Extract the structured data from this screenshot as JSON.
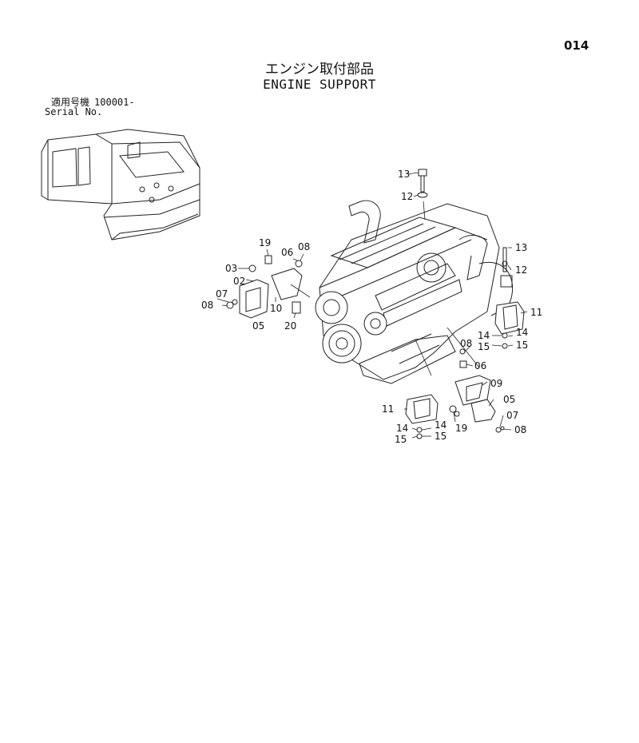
{
  "page_number": "014",
  "title_jp": "エンジン取付部品",
  "title_en": "ENGINE SUPPORT",
  "serial": {
    "label_jp": "適用号機",
    "number": "100001-",
    "label_en": "Serial No."
  },
  "callouts": [
    {
      "id": "c13a",
      "text": "13"
    },
    {
      "id": "c12a",
      "text": "12"
    },
    {
      "id": "c19a",
      "text": "19"
    },
    {
      "id": "c06a",
      "text": "06"
    },
    {
      "id": "c08a",
      "text": "08"
    },
    {
      "id": "c03",
      "text": "03"
    },
    {
      "id": "c02",
      "text": "02"
    },
    {
      "id": "c07a",
      "text": "07"
    },
    {
      "id": "c08b",
      "text": "08"
    },
    {
      "id": "c05a",
      "text": "05"
    },
    {
      "id": "c10",
      "text": "10"
    },
    {
      "id": "c20",
      "text": "20"
    },
    {
      "id": "c13b",
      "text": "13"
    },
    {
      "id": "c12b",
      "text": "12"
    },
    {
      "id": "c11a",
      "text": "11"
    },
    {
      "id": "c14a",
      "text": "14"
    },
    {
      "id": "c14b",
      "text": "14"
    },
    {
      "id": "c15a",
      "text": "15"
    },
    {
      "id": "c15b",
      "text": "15"
    },
    {
      "id": "c08c",
      "text": "08"
    },
    {
      "id": "c06b",
      "text": "06"
    },
    {
      "id": "c09",
      "text": "09"
    },
    {
      "id": "c05b",
      "text": "05"
    },
    {
      "id": "c11b",
      "text": "11"
    },
    {
      "id": "c19b",
      "text": "19"
    },
    {
      "id": "c07b",
      "text": "07"
    },
    {
      "id": "c08d",
      "text": "08"
    },
    {
      "id": "c14c",
      "text": "14"
    },
    {
      "id": "c14d",
      "text": "14"
    },
    {
      "id": "c15c",
      "text": "15"
    },
    {
      "id": "c15d",
      "text": "15"
    }
  ]
}
